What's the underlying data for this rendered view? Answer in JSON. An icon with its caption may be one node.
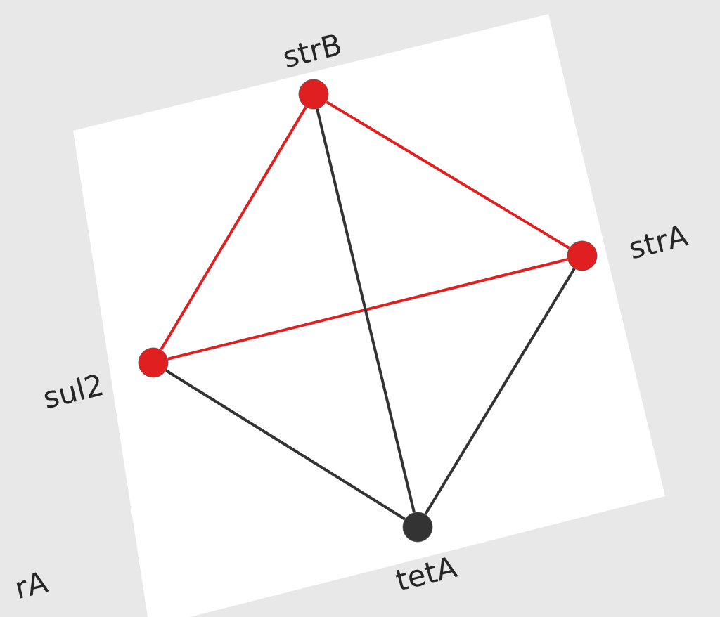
{
  "diagram": {
    "nodes": [
      {
        "text": [
          "strB"
        ]
      },
      {
        "text": [
          "strA"
        ]
      },
      {
        "text": [
          "sul2"
        ]
      },
      {
        "text": [
          "tetA"
        ]
      }
    ],
    "edges": [
      {
        "from": 0,
        "to": 1,
        "arrow": "none",
        "color": "#e02020"
      },
      {
        "from": 0,
        "to": 2,
        "arrow": "none",
        "color": "#e02020"
      },
      {
        "from": 2,
        "to": 1,
        "arrow": "none",
        "color": "#e02020"
      },
      {
        "from": 0,
        "to": 3,
        "arrow": "none",
        "color": "#333333"
      },
      {
        "from": 2,
        "to": 3,
        "arrow": "none",
        "color": "#333333"
      },
      {
        "from": 1,
        "to": 3,
        "arrow": "none",
        "color": "#333333"
      }
    ],
    "labels": [
      "rA"
    ]
  }
}
